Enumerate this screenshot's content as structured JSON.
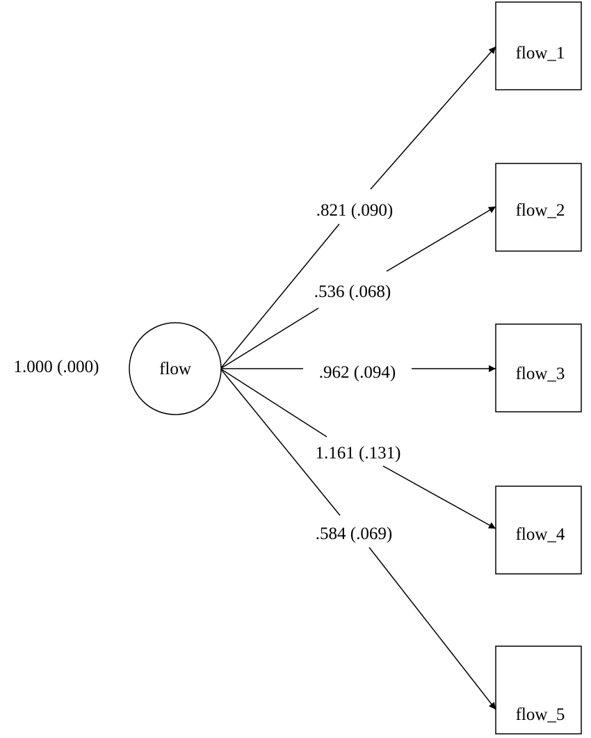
{
  "latent": {
    "label": "flow",
    "variance_label": "1.000 (.000)"
  },
  "indicators": [
    {
      "label": "flow_1",
      "loading_label": ".821 (.090)"
    },
    {
      "label": "flow_2",
      "loading_label": ".536 (.068)"
    },
    {
      "label": "flow_3",
      "loading_label": ".962 (.094)"
    },
    {
      "label": "flow_4",
      "loading_label": "1.161 (.131)"
    },
    {
      "label": "flow_5",
      "loading_label": ".584 (.069)"
    }
  ]
}
